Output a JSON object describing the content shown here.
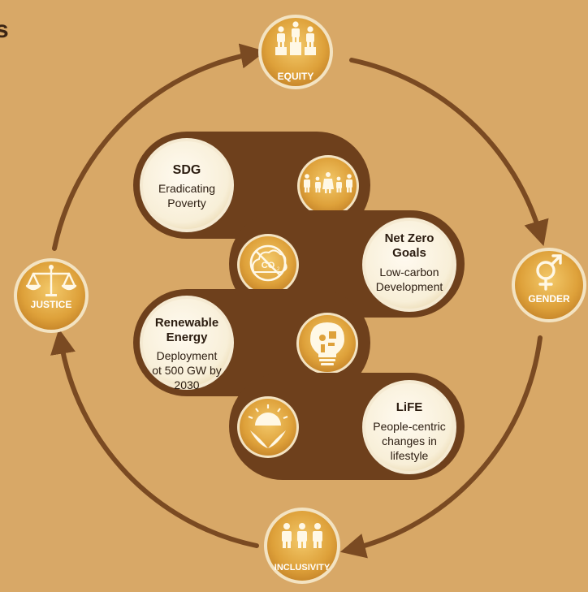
{
  "corner_fragment": "s",
  "colors": {
    "background": "#d8a867",
    "ring": "#7a4a22",
    "band": "#6e401c",
    "node_gold": "#e0a93c",
    "node_cream": "#fbf3df",
    "label_text": "#ffffff",
    "body_text": "#2b1c10"
  },
  "ring_nodes": {
    "equity": {
      "label": "EQUITY",
      "icon": "people-on-podium-icon"
    },
    "gender": {
      "label": "GENDER",
      "icon": "gender-symbol-icon"
    },
    "inclusivity": {
      "label": "INCLUSIVITY",
      "icon": "three-people-icon"
    },
    "justice": {
      "label": "JUSTICE",
      "icon": "balance-scale-icon"
    }
  },
  "pillars": [
    {
      "title": "SDG",
      "lines": [
        "Eradicating",
        "Poverty"
      ],
      "icon": "family-icon"
    },
    {
      "title_lines": [
        "Net Zero",
        "Goals"
      ],
      "lines": [
        "Low-carbon",
        "Development"
      ],
      "icon": "no-co2-cloud-icon"
    },
    {
      "title_lines": [
        "Renewable",
        "Energy"
      ],
      "lines": [
        "Deployment",
        "ot 500 GW by",
        "2030"
      ],
      "icon": "lightbulb-energy-icon"
    },
    {
      "title": "LiFE",
      "lines": [
        "People-centric",
        "changes in",
        "lifestyle"
      ],
      "icon": "sun-over-leaves-icon"
    }
  ]
}
